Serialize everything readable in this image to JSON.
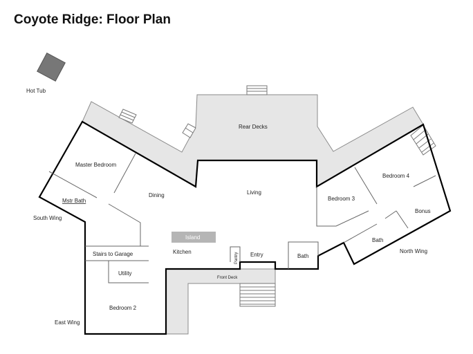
{
  "title": "Coyote Ridge:  Floor Plan",
  "colors": {
    "deck_fill": "#e6e6e6",
    "deck_stroke": "#8a8a8a",
    "outer_wall": "#000000",
    "inner_wall": "#666666",
    "hot_tub": "#777777",
    "island": "#b5b5b5"
  },
  "labels": {
    "hot_tub": "Hot Tub",
    "rear_decks": "Rear Decks",
    "master_bedroom": "Master Bedroom",
    "mstr_bath": "Mstr Bath",
    "dining": "Dining",
    "living": "Living",
    "bedroom3": "Bedroom 3",
    "bedroom4": "Bedroom 4",
    "bonus": "Bonus",
    "bath_north": "Bath",
    "north_wing": "North Wing",
    "south_wing": "South Wing",
    "island": "Island",
    "stairs_to_garage": "Stairs to Garage",
    "kitchen": "Kitchen",
    "pantry": "Pantry",
    "entry": "Entry",
    "bath_entry": "Bath",
    "utility": "Utility",
    "front_deck": "Front Deck",
    "bedroom2": "Bedroom 2",
    "east_wing": "East Wing"
  }
}
